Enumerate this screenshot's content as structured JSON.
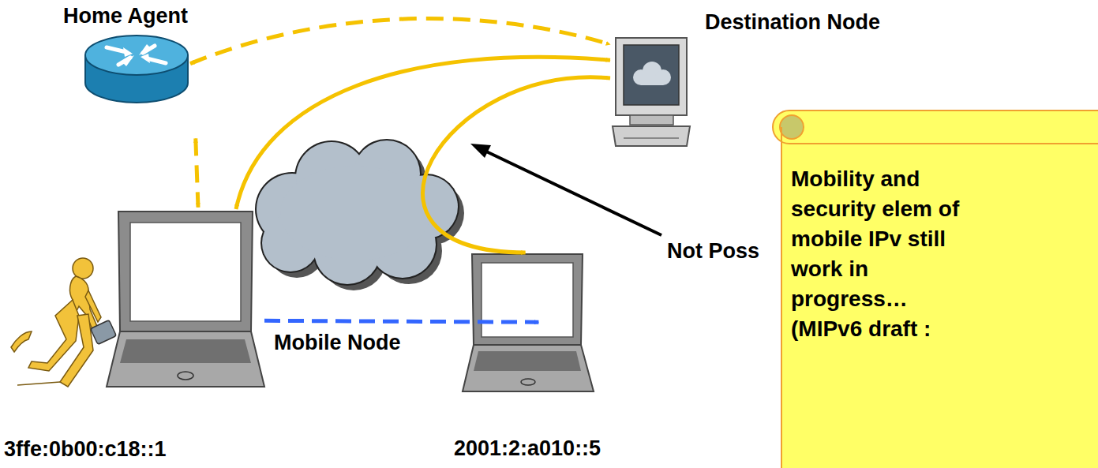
{
  "diagram": {
    "nodes": [
      {
        "text": [
          "Home Agent"
        ]
      },
      {
        "text": [
          "Destination Node"
        ]
      },
      {
        "text": [
          "Mobile Node",
          "3ffe:0b00:c18::1"
        ]
      },
      {
        "text": [
          "2001:2:a010::5"
        ]
      },
      {
        "text": [
          "Mobility and security elem of mobile IPv still work in progress… (MIPv6 draft :"
        ]
      }
    ],
    "edges": [
      {
        "from": 0,
        "to": 1,
        "arrow": "both"
      },
      {
        "from": 0,
        "to": 2,
        "arrow": "both"
      },
      {
        "from": 2,
        "to": 1,
        "arrow": "both"
      },
      {
        "from": 1,
        "to": 3,
        "arrow": "both"
      },
      {
        "from": 2,
        "to": 3,
        "arrow": "to"
      }
    ],
    "labels": [
      "Not Poss"
    ]
  }
}
